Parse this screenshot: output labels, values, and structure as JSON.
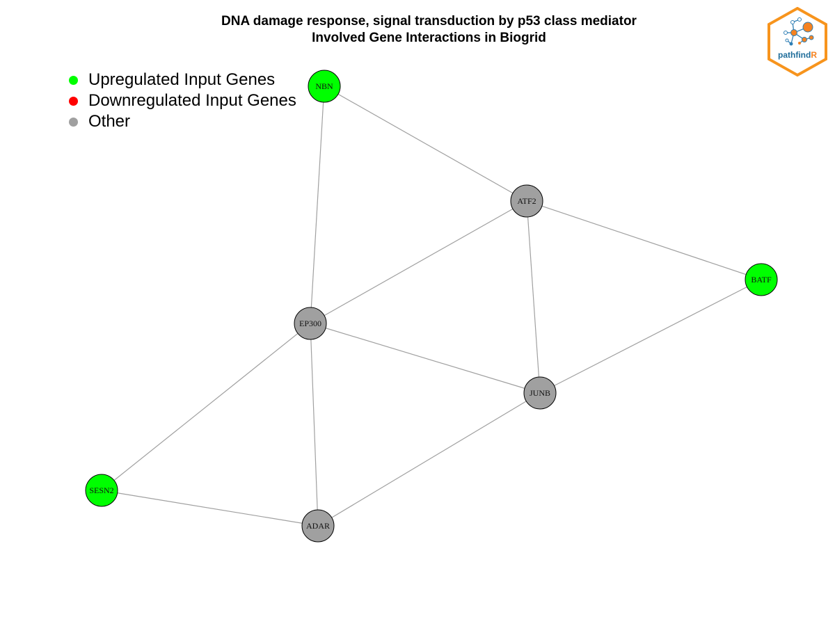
{
  "title": {
    "line1": "DNA damage response, signal transduction by p53 class mediator",
    "line2": "Involved Gene Interactions in Biogrid"
  },
  "legend": {
    "items": [
      {
        "label": "Upregulated Input Genes",
        "color": "#00ff00"
      },
      {
        "label": "Downregulated Input Genes",
        "color": "#ff0000"
      },
      {
        "label": "Other",
        "color": "#a0a0a0"
      }
    ]
  },
  "logo": {
    "text_plain": "pathfind",
    "text_accent": "R",
    "accent_color": "#f58220",
    "text_color": "#1f6d9a"
  },
  "colors": {
    "up": "#00ff00",
    "down": "#ff0000",
    "other": "#a0a0a0",
    "edge": "#a0a0a0",
    "node_border": "#000000"
  },
  "network": {
    "nodes": [
      {
        "id": "NBN",
        "label": "NBN",
        "status": "up"
      },
      {
        "id": "ATF2",
        "label": "ATF2",
        "status": "other"
      },
      {
        "id": "BATF",
        "label": "BATF",
        "status": "up"
      },
      {
        "id": "EP300",
        "label": "EP300",
        "status": "other"
      },
      {
        "id": "JUNB",
        "label": "JUNB",
        "status": "other"
      },
      {
        "id": "SESN2",
        "label": "SESN2",
        "status": "up"
      },
      {
        "id": "ADAR",
        "label": "ADAR",
        "status": "other"
      }
    ],
    "edges": [
      [
        "NBN",
        "ATF2"
      ],
      [
        "NBN",
        "EP300"
      ],
      [
        "ATF2",
        "EP300"
      ],
      [
        "ATF2",
        "BATF"
      ],
      [
        "ATF2",
        "JUNB"
      ],
      [
        "EP300",
        "JUNB"
      ],
      [
        "EP300",
        "SESN2"
      ],
      [
        "EP300",
        "ADAR"
      ],
      [
        "BATF",
        "JUNB"
      ],
      [
        "JUNB",
        "ADAR"
      ],
      [
        "SESN2",
        "ADAR"
      ]
    ]
  }
}
